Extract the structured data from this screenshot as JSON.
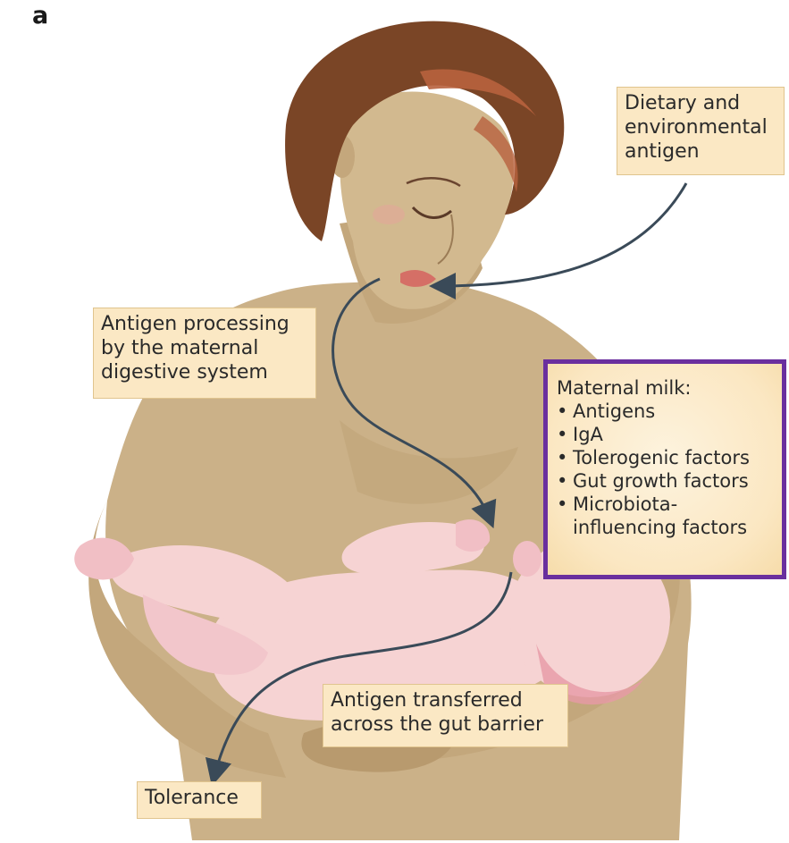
{
  "panel_letter": "a",
  "labels": {
    "dietary": [
      "Dietary and",
      "environmental",
      "antigen"
    ],
    "processing": [
      "Antigen processing",
      "by the maternal",
      "digestive system"
    ],
    "transfer": [
      "Antigen transferred",
      "across the gut barrier"
    ],
    "tolerance": "Tolerance"
  },
  "maternal_milk": {
    "title": "Maternal milk:",
    "bullet": "•",
    "items": [
      [
        "Antigens"
      ],
      [
        "IgA"
      ],
      [
        "Tolerogenic factors"
      ],
      [
        "Gut growth factors"
      ],
      [
        "Microbiota-",
        "influencing factors"
      ]
    ]
  },
  "colors": {
    "skin_mother": "#cbb188",
    "skin_mother_shadow": "#b89a6e",
    "hair": "#7a4526",
    "hair_highlight": "#b8623e",
    "skin_baby": "#f6d3d3",
    "skin_baby_shadow": "#e79aa6",
    "arrow": "#3a4a58",
    "label_bg": "#fbe8c4",
    "milk_border": "#6a2f9e"
  }
}
